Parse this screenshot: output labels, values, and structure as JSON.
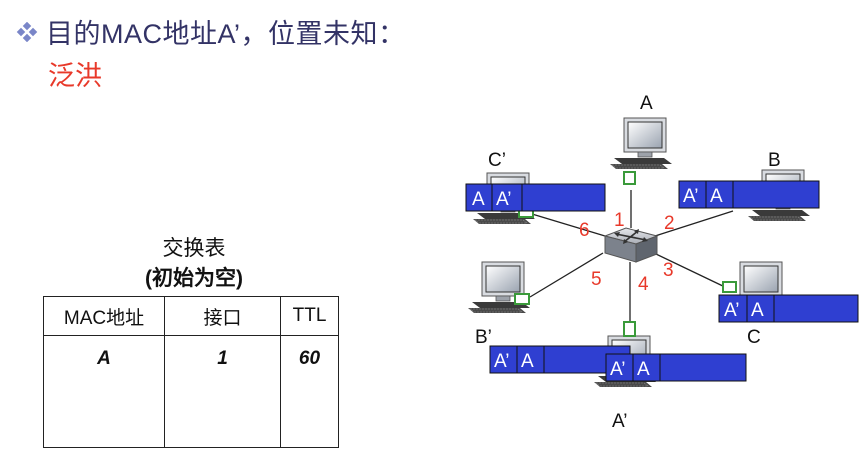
{
  "heading": {
    "title": "目的MAC地址A’，位置未知：",
    "subtitle": "泛洪"
  },
  "table": {
    "caption_line1": "交换表",
    "caption_line2": "(初始为空)",
    "headers": [
      "MAC地址",
      "接口",
      "TTL"
    ],
    "rows": [
      [
        "A",
        "1",
        "60"
      ]
    ]
  },
  "network": {
    "hosts": {
      "A": "A",
      "B": "B",
      "C": "C",
      "C_prime": "C’",
      "B_prime": "B’",
      "A_prime": "A’"
    },
    "ports": [
      "1",
      "2",
      "3",
      "4",
      "5",
      "6"
    ],
    "frames": {
      "c_prime": [
        "A",
        "A’"
      ],
      "b": [
        "A’",
        "A"
      ],
      "c": [
        "A’",
        "A"
      ],
      "b_prime": [
        "A’",
        "A"
      ],
      "a_prime": [
        "A’",
        "A"
      ]
    }
  },
  "colors": {
    "frame_fill": "#2f3fd1",
    "port_label": "#e8392a",
    "title": "#333366",
    "subtitle": "#e8392a",
    "port_square": "#3a9a3a"
  }
}
